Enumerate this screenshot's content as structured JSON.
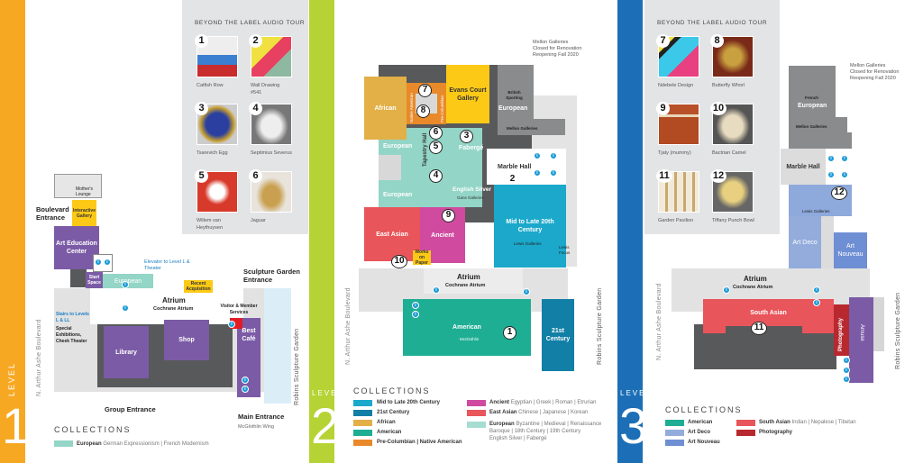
{
  "colors": {
    "level1": "#f7a823",
    "level2": "#b5d334",
    "level3": "#1c6fb6",
    "european": "#93d5c6",
    "mid_late_20th": "#1ba8cb",
    "21st_century": "#117fa6",
    "african": "#e2b046",
    "american": "#1eae94",
    "pre_columbian": "#e88a2a",
    "ancient": "#d04b9f",
    "east_asian": "#e8555a",
    "south_asian": "#e8555a",
    "photography": "#b8292f",
    "art_deco": "#93acdc",
    "art_nouveau": "#6f8fd4",
    "purple": "#7b5ba6",
    "yellow": "#fcc917",
    "dark_gray": "#58595b",
    "info_blue": "#1a9ad6"
  },
  "level1": {
    "level_word": "LEVEL",
    "level_number": "1",
    "audio_tour": {
      "title": "BEYOND THE LABEL AUDIO TOUR",
      "items": [
        {
          "number": "1",
          "label": "Catfish Row"
        },
        {
          "number": "2",
          "label": "Wall Drawing #541"
        },
        {
          "number": "3",
          "label": "Tsarevich Egg"
        },
        {
          "number": "4",
          "label": "Septimius Severus"
        },
        {
          "number": "5",
          "label": "Willem van Heythuysen"
        },
        {
          "number": "6",
          "label": "Jaguar"
        }
      ]
    },
    "map": {
      "mothers_lounge": "Mother's Lounge",
      "boulevard_entrance": "Boulevard Entrance",
      "interactive_gallery": "Interactive Gallery",
      "art_education_center": "Art Education Center",
      "start_space": "Start Space",
      "european": "European",
      "elevator": "Elevator to Level L & Theater",
      "recent_acquisition": "Recent Acquisition",
      "sculpture_garden_entrance": "Sculpture Garden Entrance",
      "atrium": "Atrium",
      "cochrane_atrium": "Cochrane Atrium",
      "stairs": "Stairs to Levels L & LL",
      "stairs_sub": "Special Exhibitions, Cheek Theater",
      "visitor_services": "Visitor & Member Services",
      "library": "Library",
      "shop": "Shop",
      "best_cafe": "Best Café",
      "street": "N. Arthur Ashe Boulevard",
      "garden": "Robins Sculpture Garden",
      "group_entrance": "Group Entrance",
      "main_entrance": "Main Entrance",
      "mcglothlin_wing": "McGlothlin Wing"
    },
    "collections": {
      "title": "COLLECTIONS",
      "items": [
        {
          "name": "European",
          "detail": "German Expressionism  |  French Modernism"
        }
      ]
    }
  },
  "level2": {
    "level_word": "LEVEL",
    "level_number": "2",
    "map": {
      "mellon_note": [
        "Mellon Galleries",
        "Closed for Renovation",
        "Reopening Fall 2020"
      ],
      "african": "African",
      "native_american": "Native American",
      "pre_columbian": "Pre-Columbian",
      "evans_court": "Evans Court Gallery",
      "british_sporting": "British Sporting",
      "european_gray": "European",
      "mellon_galleries": "Mellon Galleries",
      "european_1": "European",
      "european_2": "European",
      "tapestry_hall": "Tapestry Hall",
      "faberge": "Fabergé",
      "english_silver": "English Silver",
      "gans_galleries": "Gans Galleries",
      "marble_hall": "Marble Hall",
      "mid_late": "Mid to Late 20th Century",
      "lewis_galleries": "Lewis Galleries",
      "lewis_focus": "Lewis Focus",
      "east_asian": "East Asian",
      "ancient": "Ancient",
      "works_on_paper": "Works on Paper",
      "atrium": "Atrium",
      "cochrane_atrium": "Cochrane Atrium",
      "american": "American",
      "mcglothlin": "McGlothlin",
      "21st": "21st Century",
      "street": "N. Arthur Ashe Boulevard",
      "garden": "Robins Sculpture Garden",
      "stops": [
        "1",
        "2",
        "3",
        "4",
        "5",
        "6",
        "7",
        "8",
        "9",
        "10"
      ]
    },
    "collections": {
      "title": "COLLECTIONS",
      "left": [
        {
          "name": "Mid to Late 20th Century"
        },
        {
          "name": "21st Century"
        },
        {
          "name": "African"
        },
        {
          "name": "American"
        },
        {
          "name": "Pre-Columbian  |  Native American"
        }
      ],
      "right": [
        {
          "name": "Ancient",
          "detail": "Egyptian  |  Greek  |  Roman  |  Etrurian"
        },
        {
          "name": "East Asian",
          "detail": "Chinese  |  Japanese  |  Korean"
        },
        {
          "name": "European",
          "detail": "Byzantine  |  Medieval  |  Renaissance",
          "detail2": "Baroque  |  18th Century  |  19th Century",
          "detail3": "English Silver  |  Fabergé"
        }
      ]
    }
  },
  "level3": {
    "level_word": "LEVEL",
    "level_number": "3",
    "audio_tour": {
      "title": "BEYOND THE LABEL AUDIO TOUR",
      "items": [
        {
          "number": "7",
          "label": "Ndebele Design"
        },
        {
          "number": "8",
          "label": "Butterfly Whorl"
        },
        {
          "number": "9",
          "label": "Tjaty (mummy)"
        },
        {
          "number": "10",
          "label": "Bactrian Camel"
        },
        {
          "number": "11",
          "label": "Garden Pavilion"
        },
        {
          "number": "12",
          "label": "Tiffany Punch Bowl"
        }
      ]
    },
    "map": {
      "mellon_note": [
        "Mellon Galleries",
        "Closed for Renovation",
        "Reopening Fall 2020"
      ],
      "french": "French",
      "european": "European",
      "mellon_galleries": "Mellon Galleries",
      "marble_hall": "Marble Hall",
      "lewis_galleries": "Lewis Galleries",
      "art_deco": "Art Deco",
      "art_nouveau": "Art Nouveau",
      "atrium": "Atrium",
      "cochrane_atrium": "Cochrane Atrium",
      "south_asian": "South Asian",
      "photography": "Photography",
      "amuse": "Amuse",
      "street": "N. Arthur Ashe Boulevard",
      "garden": "Robins Sculpture Garden",
      "stops": [
        "11",
        "12"
      ]
    },
    "collections": {
      "title": "COLLECTIONS",
      "left": [
        {
          "name": "American"
        },
        {
          "name": "Art Deco"
        },
        {
          "name": "Art Nouveau"
        }
      ],
      "right": [
        {
          "name": "South Asian",
          "detail": "Indian  |  Nepalese  |  Tibetan"
        },
        {
          "name": "Photography"
        }
      ]
    }
  }
}
